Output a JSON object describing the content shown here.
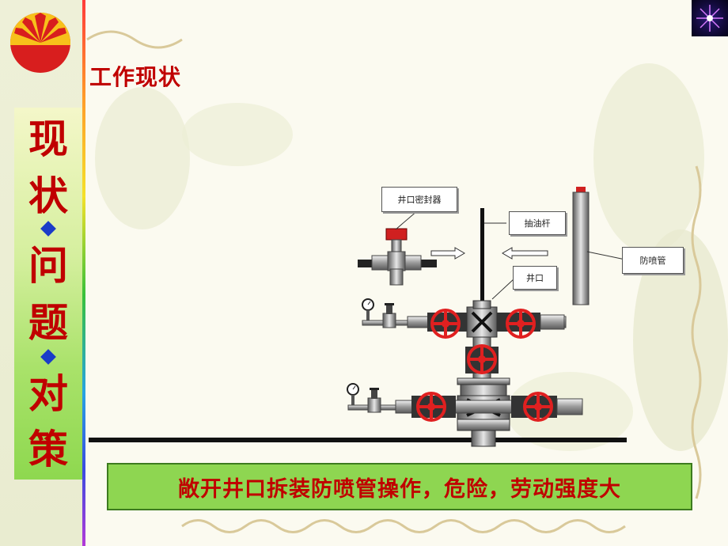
{
  "title": "工作现状",
  "side_tab": {
    "chars": [
      "现",
      "状",
      "问",
      "题",
      "对",
      "策"
    ]
  },
  "diagram": {
    "labels": {
      "wellhead_sealer": "井口密封器",
      "sucker_rod": "抽油杆",
      "wellhead": "井口",
      "blowout_pipe": "防喷管"
    }
  },
  "banner": {
    "text": "敞开井口拆装防喷管操作，危险，劳动强度大"
  },
  "colors": {
    "title_red": "#c00000",
    "banner_green": "#8ed651",
    "valve_red": "#e02020",
    "diamond_blue": "#1a3cc8"
  }
}
